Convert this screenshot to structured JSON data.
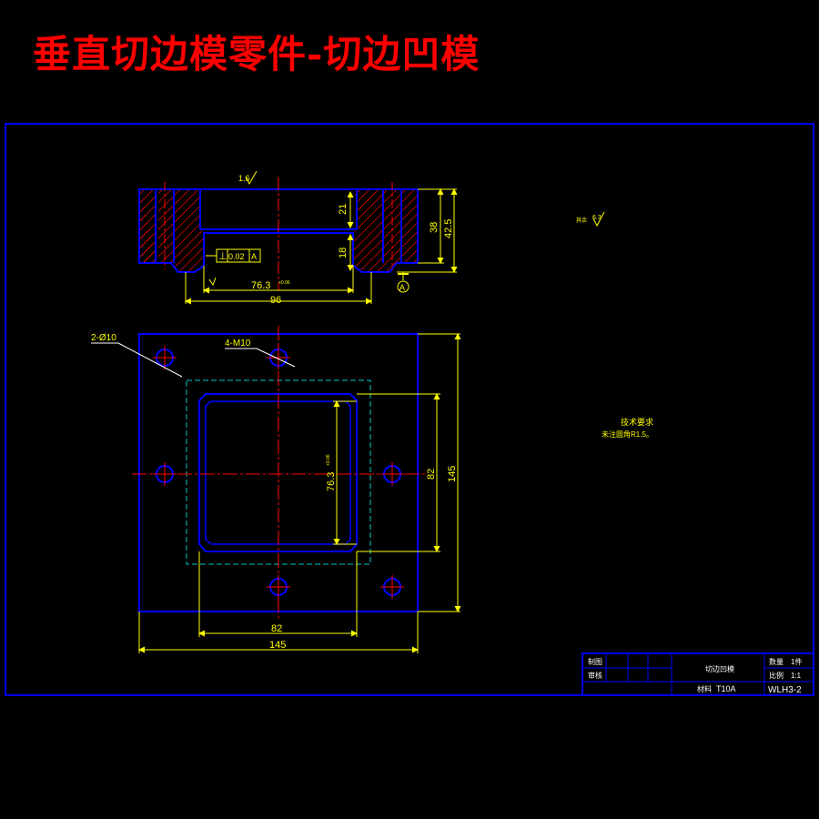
{
  "title": "垂直切边模零件-切边凹模",
  "colors": {
    "background": "#000000",
    "title": "#ff0000",
    "outline": "#0000ff",
    "dimension": "#ffff00",
    "centerline": "#ff0000",
    "hatch": "#ff0000",
    "hidden": "#00c8c8",
    "title_block": "#ffffff"
  },
  "section_view": {
    "surface_roughness": "1.6",
    "depth_upper": "21",
    "depth_lower": "18",
    "height_inner": "38",
    "height_total": "42.5",
    "opening": "76.3",
    "opening_tol": "+0.06",
    "width_total": "96",
    "tolerance_symbol": "⊥",
    "tolerance_value": "0.02",
    "tolerance_datum": "A",
    "datum_label": "A"
  },
  "roughness_note": {
    "label": "其余",
    "value": "6.3"
  },
  "plan_view": {
    "callout_holes": "2-Ø10",
    "callout_threads": "4-M10",
    "cavity_vertical": "76.3",
    "cavity_tol": "+0.06",
    "inner_vertical": "82",
    "outer_vertical": "145",
    "inner_horizontal": "82",
    "outer_horizontal": "145"
  },
  "tech_requirements": {
    "heading": "技术要求",
    "line1": "未注圆角R1.5。"
  },
  "title_block": {
    "designer_label": "制图",
    "checker_label": "审核",
    "part_name": "切边凹模",
    "quantity_label": "数量",
    "quantity_value": "1件",
    "scale_label": "比例",
    "scale_value": "1:1",
    "material_label": "材料",
    "material_value": "T10A",
    "drawing_no": "WLH3-2"
  }
}
